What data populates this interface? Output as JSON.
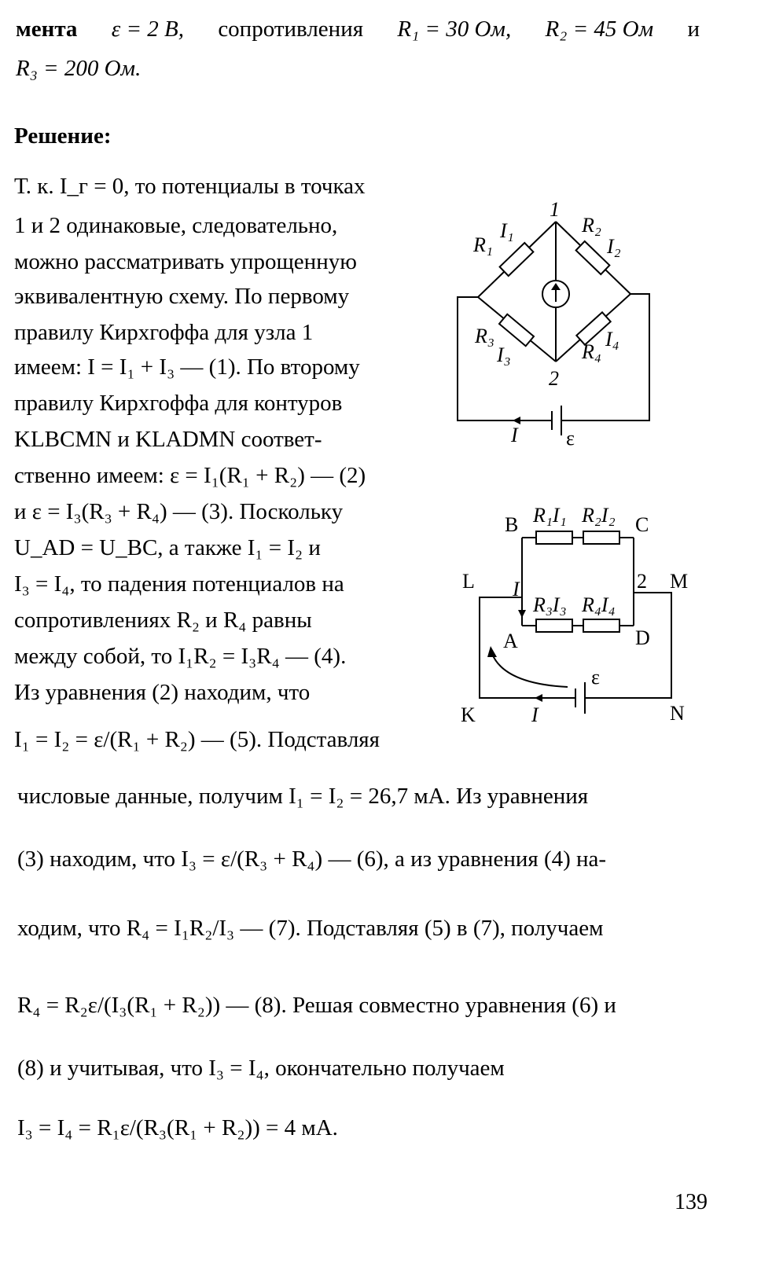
{
  "given": {
    "line1": [
      "мента",
      "ε = 2 В,",
      "сопротивления",
      "R₁ = 30 Ом,",
      "R₂ = 45 Ом",
      "и"
    ],
    "line2": "R₃ = 200 Ом."
  },
  "heading": "Решение:",
  "solution_column": [
    "Т. к. I_г = 0, то потенциалы в точках",
    "1 и 2 одинаковые, следовательно,",
    "можно рассматривать упрощенную",
    "эквивалентную схему. По первому",
    "правилу Кирхгоффа для узла 1",
    "имеем: I = I₁ + I₃ — (1). По второму",
    "правилу Кирхгоффа для контуров",
    "KLBCMN и KLADMN соответ-",
    "ственно имеем: ε = I₁(R₁ + R₂) — (2)",
    "и ε = I₃(R₃ + R₄) — (3). Поскольку",
    "U_AD = U_BC, а также I₁ = I₂ и",
    "I₃ = I₄, то падения потенциалов на",
    "сопротивлениях R₂ и R₄ равны",
    "между собой, то I₁R₂ = I₃R₄ — (4).",
    "Из уравнения (2) находим, что",
    "I₁ = I₂ = ε/(R₁ + R₂) — (5). Подставляя"
  ],
  "solution_full": [
    "числовые данные, получим I₁ = I₂ = 26,7 мА. Из уравнения",
    "(3) находим, что I₃ = ε/(R₃ + R₄) — (6), а из уравнения (4) на-",
    "ходим, что R₄ = I₁R₂/I₃ — (7). Подставляя (5) в (7), получаем",
    "R₄ = R₂ε/(I₃(R₁ + R₂)) — (8). Решая совместно уравнения (6) и",
    "(8) и учитывая, что I₃ = I₄, окончательно получаем",
    "I₃ = I₄ = R₁ε/(R₃(R₁ + R₂)) = 4 мА."
  ],
  "figure1_labels": [
    "1",
    "2",
    "R₁",
    "I₁",
    "R₂",
    "I₂",
    "R₃",
    "I₃",
    "R₄",
    "I₄",
    "I",
    "ε"
  ],
  "figure2_labels": [
    "B",
    "C",
    "L",
    "M",
    "A",
    "D",
    "K",
    "N",
    "I",
    "2",
    "R₁I₁",
    "R₂I₂",
    "R₃I₃",
    "R₄I₄",
    "ε",
    "I"
  ],
  "page_number": "139"
}
